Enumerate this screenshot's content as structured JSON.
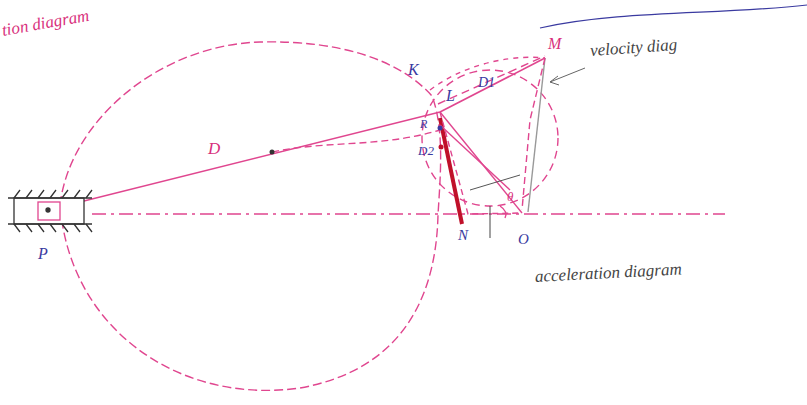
{
  "diagram": {
    "labels": [
      "tion diagram",
      "K",
      "L",
      "D1",
      "M",
      "velocity diag",
      "D",
      "R",
      "D2",
      "N",
      "θ",
      "O",
      "P",
      "acceleration diagram"
    ]
  }
}
